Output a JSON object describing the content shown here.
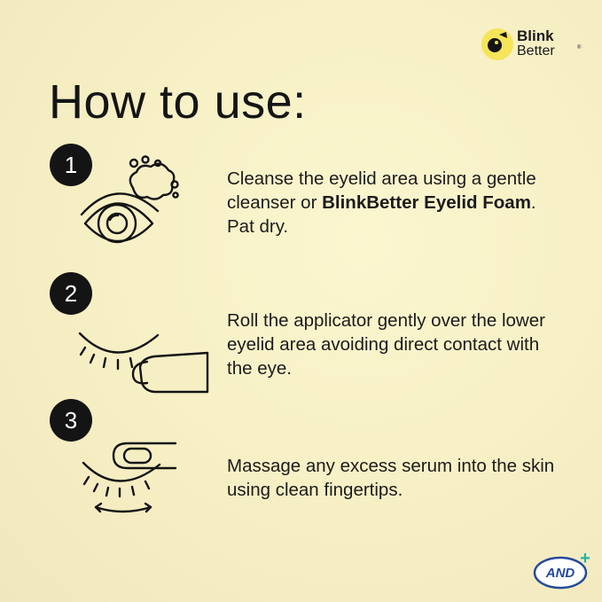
{
  "page": {
    "title": "How to use:",
    "colors": {
      "accent_yellow": "#f4e55a",
      "ink": "#141414",
      "badge_blue": "#234a9c",
      "badge_teal": "#2ab3a6"
    }
  },
  "logo": {
    "line1": "Blink",
    "line2": "Better",
    "reg": "®"
  },
  "steps": [
    {
      "number": "1",
      "illustration": "eye-with-foam-icon",
      "text_pre": "Cleanse the eyelid area using a gentle cleanser or ",
      "text_bold": "BlinkBetter Eyelid Foam",
      "text_post": ". Pat dry."
    },
    {
      "number": "2",
      "illustration": "applicator-on-eyelid-icon",
      "text": "Roll the applicator gently over the lower eyelid area avoiding direct contact with the eye."
    },
    {
      "number": "3",
      "illustration": "fingertip-massage-icon",
      "text": "Massage any excess serum into the skin using clean fingertips."
    }
  ],
  "badge": {
    "label": "AND",
    "plus": "+"
  }
}
